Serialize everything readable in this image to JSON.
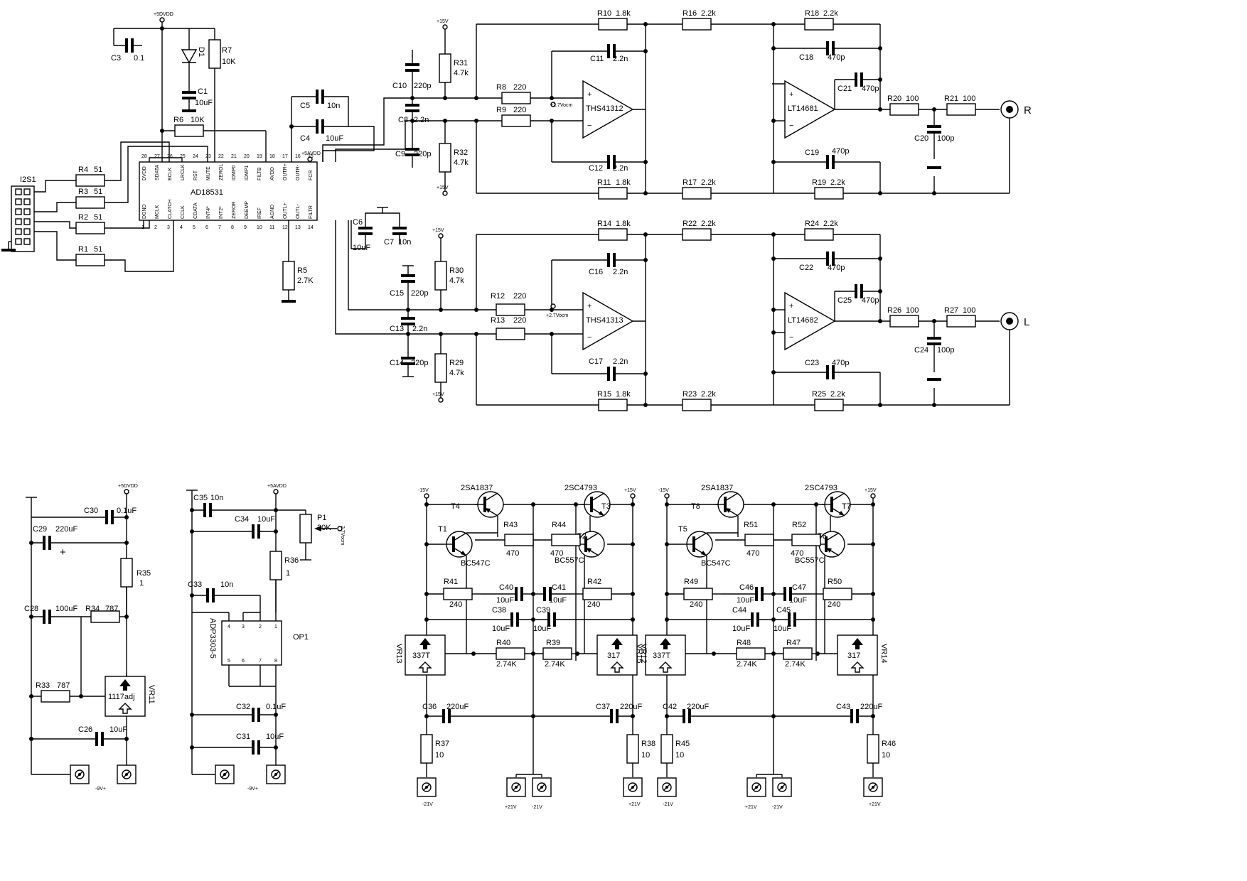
{
  "power_labels": {
    "p5vdd_top": "+5DVDD",
    "p15_a": "+15V",
    "p15_b": "+15V",
    "p15_c": "+15V",
    "p15_d": "+15V",
    "p5vdd_reg": "+5DVDD",
    "p5avdd_reg": "+5AVDD",
    "p5avdd_ic": "+5AVDD",
    "m15_left": "-15V",
    "p15_left": "+15V",
    "m15_right": "-15V",
    "p15_right": "+15V",
    "vocm_p1": "2.7Vocm",
    "vocm_r": "+2.7Vocm",
    "vocm_l": "+2.7Vocm",
    "m9_a": "-9V+",
    "m9_b": "-9V+",
    "m21_a": "-21V",
    "p21_a": "+21V",
    "m21_b": "-21V",
    "p21_b": "+21V",
    "m21_c": "-21V",
    "p21_c": "+21V",
    "m21_d": "-21V",
    "p21_d": "+21V"
  },
  "connector": {
    "name": "I2S1"
  },
  "dac": {
    "name": "AD18531",
    "top_pins": [
      {
        "num": "28",
        "name": "DVDD"
      },
      {
        "num": "27",
        "name": "SDATA"
      },
      {
        "num": "26",
        "name": "BCLK"
      },
      {
        "num": "25",
        "name": "LRCLK"
      },
      {
        "num": "24",
        "name": "RST"
      },
      {
        "num": "23",
        "name": "MUTE"
      },
      {
        "num": "22",
        "name": "ZEROL"
      },
      {
        "num": "21",
        "name": "IDMP0"
      },
      {
        "num": "20",
        "name": "IDMP1"
      },
      {
        "num": "19",
        "name": "FILTB"
      },
      {
        "num": "18",
        "name": "AVDD"
      },
      {
        "num": "17",
        "name": "OUTR+"
      },
      {
        "num": "16",
        "name": "OUTR-"
      },
      {
        "num": "15",
        "name": "FCR"
      }
    ],
    "bottom_pins": [
      {
        "num": "1",
        "name": "DGND"
      },
      {
        "num": "2",
        "name": "MCLK"
      },
      {
        "num": "3",
        "name": "CLATCH"
      },
      {
        "num": "4",
        "name": "CCLK"
      },
      {
        "num": "5",
        "name": "CDATA"
      },
      {
        "num": "6",
        "name": "INT4*"
      },
      {
        "num": "7",
        "name": "INT2*"
      },
      {
        "num": "8",
        "name": "ZEROR"
      },
      {
        "num": "9",
        "name": "DEEMP"
      },
      {
        "num": "10",
        "name": "IREF"
      },
      {
        "num": "11",
        "name": "AGND"
      },
      {
        "num": "12",
        "name": "OUTL+"
      },
      {
        "num": "13",
        "name": "OUTL-"
      },
      {
        "num": "14",
        "name": "FILTR"
      }
    ]
  },
  "opamps": {
    "r_diff": "THS41312",
    "l_diff": "THS41313",
    "r_out": "LT14681",
    "l_out": "LT14682"
  },
  "outputs": {
    "right": "R",
    "left": "L"
  },
  "components": {
    "C3": {
      "name": "C3",
      "value": "0.1"
    },
    "D1": {
      "name": "D1"
    },
    "R7": {
      "name": "R7",
      "value": "10K"
    },
    "C1": {
      "name": "C1",
      "value": "10uF"
    },
    "R6": {
      "name": "R6",
      "value": "10K"
    },
    "R4": {
      "name": "R4",
      "value": "51"
    },
    "R3": {
      "name": "R3",
      "value": "51"
    },
    "R2": {
      "name": "R2",
      "value": "51"
    },
    "R1": {
      "name": "R1",
      "value": "51"
    },
    "C5": {
      "name": "C5",
      "value": "10n"
    },
    "C4": {
      "name": "C4",
      "value": "10uF"
    },
    "C6": {
      "name": "C6",
      "value": "10uF"
    },
    "C7": {
      "name": "C7",
      "value": "10n"
    },
    "R5": {
      "name": "R5",
      "value": "2.7K"
    },
    "C10": {
      "name": "C10",
      "value": "220p"
    },
    "C8": {
      "name": "C8",
      "value": "2.2n"
    },
    "C9": {
      "name": "C9",
      "value": "220p"
    },
    "R31": {
      "name": "R31",
      "value": "4.7k"
    },
    "R32": {
      "name": "R32",
      "value": "4.7k"
    },
    "R8": {
      "name": "R8",
      "value": "220"
    },
    "R9": {
      "name": "R9",
      "value": "220"
    },
    "R10": {
      "name": "R10",
      "value": "1.8k"
    },
    "C11": {
      "name": "C11",
      "value": "2.2n"
    },
    "C12": {
      "name": "C12",
      "value": "2.2n"
    },
    "R11": {
      "name": "R11",
      "value": "1.8k"
    },
    "R16": {
      "name": "R16",
      "value": "2.2k"
    },
    "R17": {
      "name": "R17",
      "value": "2.2k"
    },
    "R18": {
      "name": "R18",
      "value": "2.2k"
    },
    "C18": {
      "name": "C18",
      "value": "470p"
    },
    "C21": {
      "name": "C21",
      "value": "470p"
    },
    "C19": {
      "name": "C19",
      "value": "470p"
    },
    "R19": {
      "name": "R19",
      "value": "2.2k"
    },
    "R20": {
      "name": "R20",
      "value": "100"
    },
    "R21": {
      "name": "R21",
      "value": "100"
    },
    "C20": {
      "name": "C20",
      "value": "100p"
    },
    "R14": {
      "name": "R14",
      "value": "1.8k"
    },
    "C16": {
      "name": "C16",
      "value": "2.2n"
    },
    "R22": {
      "name": "R22",
      "value": "2.2k"
    },
    "R24": {
      "name": "R24",
      "value": "2.2k"
    },
    "C22": {
      "name": "C22",
      "value": "470p"
    },
    "C25": {
      "name": "C25",
      "value": "470p"
    },
    "R30": {
      "name": "R30",
      "value": "4.7k"
    },
    "C15": {
      "name": "C15",
      "value": "220p"
    },
    "C13": {
      "name": "C13",
      "value": "2.2n"
    },
    "C14": {
      "name": "C14",
      "value": "220p"
    },
    "R29": {
      "name": "R29",
      "value": "4.7k"
    },
    "R12": {
      "name": "R12",
      "value": "220"
    },
    "R13": {
      "name": "R13",
      "value": "220"
    },
    "C17": {
      "name": "C17",
      "value": "2.2n"
    },
    "R15": {
      "name": "R15",
      "value": "1.8k"
    },
    "R23": {
      "name": "R23",
      "value": "2.2k"
    },
    "C23": {
      "name": "C23",
      "value": "470p"
    },
    "R25": {
      "name": "R25",
      "value": "2.2k"
    },
    "R26": {
      "name": "R26",
      "value": "100"
    },
    "R27": {
      "name": "R27",
      "value": "100"
    },
    "C24": {
      "name": "C24",
      "value": "100p"
    },
    "C30": {
      "name": "C30",
      "value": "0.1uF"
    },
    "C29": {
      "name": "C29",
      "value": "220uF"
    },
    "R35": {
      "name": "R35",
      "value": "1"
    },
    "C28": {
      "name": "C28",
      "value": "100uF"
    },
    "R34": {
      "name": "R34",
      "value": "787"
    },
    "R33": {
      "name": "R33",
      "value": "787"
    },
    "VR11": {
      "name": "VR11",
      "value": "1117adj"
    },
    "C26": {
      "name": "C26",
      "value": "10uF"
    },
    "C35": {
      "name": "C35",
      "value": "10n"
    },
    "C34": {
      "name": "C34",
      "value": "10uF"
    },
    "P1": {
      "name": "P1",
      "value": "20K"
    },
    "R36": {
      "name": "R36",
      "value": "1"
    },
    "C33": {
      "name": "C33",
      "value": "10n"
    },
    "OP1": {
      "name": "OP1",
      "value": "ADP3303-5"
    },
    "C32": {
      "name": "C32",
      "value": "0.1uF"
    },
    "C31": {
      "name": "C31",
      "value": "10uF"
    },
    "T1": {
      "name": "T1",
      "value": "BC547C"
    },
    "T2": {
      "name": "T2",
      "value": "BC557C"
    },
    "T3": {
      "name": "T3",
      "value": "2SC4793"
    },
    "T4": {
      "name": "T4",
      "value": "2SA1837"
    },
    "R43": {
      "name": "R43",
      "value": "470"
    },
    "R44": {
      "name": "R44",
      "value": "470"
    },
    "R41": {
      "name": "R41",
      "value": "240"
    },
    "R42": {
      "name": "R42",
      "value": "240"
    },
    "C40": {
      "name": "C40",
      "value": "10uF"
    },
    "C41": {
      "name": "C41",
      "value": "10uF"
    },
    "C38": {
      "name": "C38",
      "value": "10uF"
    },
    "C39": {
      "name": "C39",
      "value": "10uF"
    },
    "VR13": {
      "name": "VR13",
      "value": "337T"
    },
    "VR12": {
      "name": "VR12",
      "value": "317"
    },
    "R40": {
      "name": "R40",
      "value": "2.74K"
    },
    "R39": {
      "name": "R39",
      "value": "2.74K"
    },
    "C36": {
      "name": "C36",
      "value": "220uF"
    },
    "C37": {
      "name": "C37",
      "value": "220uF"
    },
    "R37": {
      "name": "R37",
      "value": "10"
    },
    "R38": {
      "name": "R38",
      "value": "10"
    },
    "T5": {
      "name": "T5",
      "value": "BC547C"
    },
    "T6": {
      "name": "T6",
      "value": "BC557C"
    },
    "T7": {
      "name": "T7",
      "value": "2SC4793"
    },
    "T8": {
      "name": "T8",
      "value": "2SA1837"
    },
    "R51": {
      "name": "R51",
      "value": "470"
    },
    "R52": {
      "name": "R52",
      "value": "470"
    },
    "R49": {
      "name": "R49",
      "value": "240"
    },
    "R50": {
      "name": "R50",
      "value": "240"
    },
    "C46": {
      "name": "C46",
      "value": "10uF"
    },
    "C47": {
      "name": "C47",
      "value": "10uF"
    },
    "C44": {
      "name": "C44",
      "value": "10uF"
    },
    "C45": {
      "name": "C45",
      "value": "10uF"
    },
    "VR15": {
      "name": "VR15",
      "value": "337T"
    },
    "VR14": {
      "name": "VR14",
      "value": "317"
    },
    "R48": {
      "name": "R48",
      "value": "2.74K"
    },
    "R47": {
      "name": "R47",
      "value": "2.74K"
    },
    "C42": {
      "name": "C42",
      "value": "220uF"
    },
    "C43": {
      "name": "C43",
      "value": "220uF"
    },
    "R45": {
      "name": "R45",
      "value": "10"
    },
    "R46": {
      "name": "R46",
      "value": "10"
    }
  }
}
